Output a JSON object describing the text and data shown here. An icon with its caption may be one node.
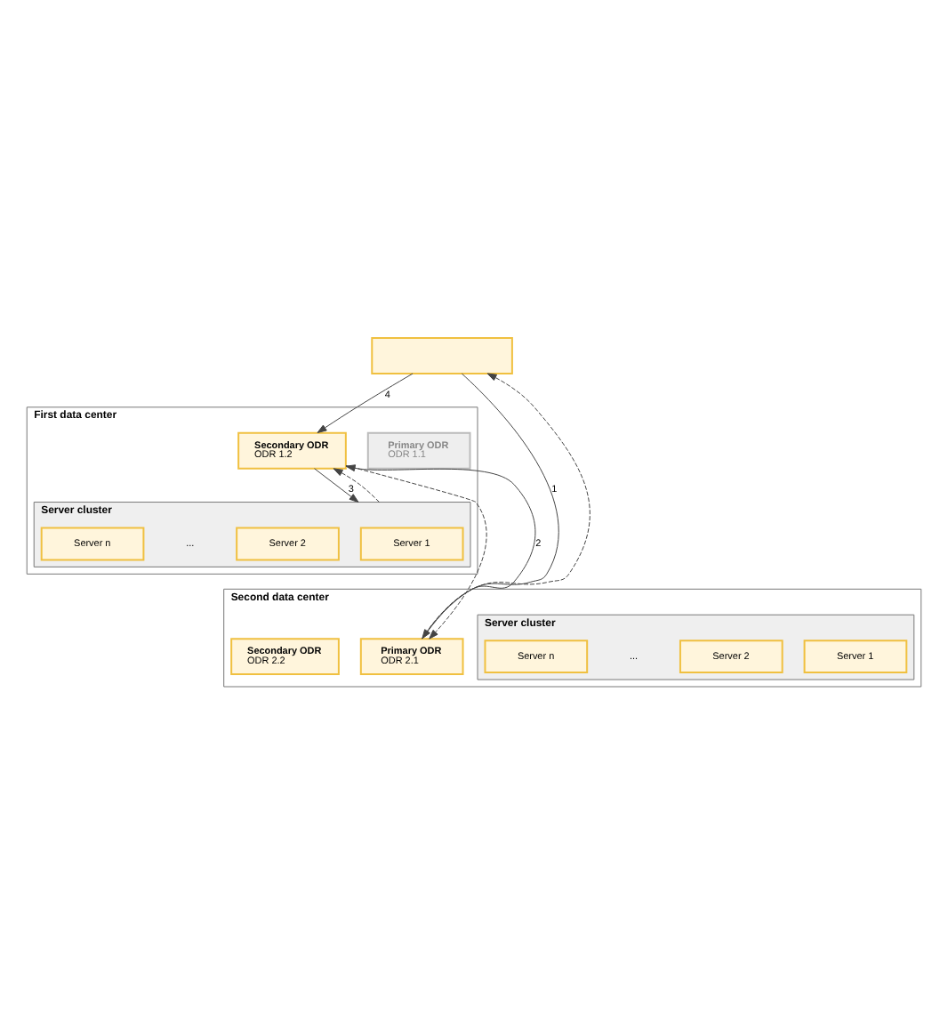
{
  "diagram": {
    "nodes": [
      {
        "text": [],
        "shape": "box"
      },
      {
        "text": [
          "First data center"
        ]
      },
      {
        "text": [
          "Primary ODR",
          "ODR 1.1"
        ],
        "in": 1
      },
      {
        "text": [
          "Secondary ODR",
          "ODR 1.2"
        ],
        "in": 1
      },
      {
        "text": [
          "Server cluster"
        ],
        "in": 1
      },
      {
        "text": [
          "Server 1"
        ],
        "in": 4
      },
      {
        "text": [
          "Server 2"
        ],
        "in": 4
      },
      {
        "text": [
          "Server n"
        ],
        "in": 4
      },
      {
        "text": [
          "Second data center"
        ]
      },
      {
        "text": [
          "Primary ODR",
          "ODR 2.1"
        ],
        "in": 8
      },
      {
        "text": [
          "Secondary ODR",
          "ODR 2.2"
        ],
        "in": 8
      },
      {
        "text": [
          "Server cluster"
        ],
        "in": 8
      },
      {
        "text": [
          "Server 1"
        ],
        "in": 11
      },
      {
        "text": [
          "Server 2"
        ],
        "in": 11
      },
      {
        "text": [
          "Server n"
        ],
        "in": 11
      }
    ],
    "edges": [
      {
        "from": 0,
        "to": 3,
        "arrow": "to",
        "label": "4"
      },
      {
        "from": 0,
        "to": 9,
        "arrow": "to",
        "label": "1"
      },
      {
        "from": 9,
        "to": 0,
        "arrow": "to",
        "style": "dashed"
      },
      {
        "from": 3,
        "to": 4,
        "arrow": "to",
        "label": "3"
      },
      {
        "from": 4,
        "to": 3,
        "arrow": "to",
        "style": "dashed"
      },
      {
        "from": 9,
        "to": 3,
        "arrow": "to",
        "label": "2"
      },
      {
        "from": 3,
        "to": 9,
        "arrow": "to",
        "style": "dashed"
      }
    ],
    "labels": [
      "...",
      "..."
    ]
  }
}
